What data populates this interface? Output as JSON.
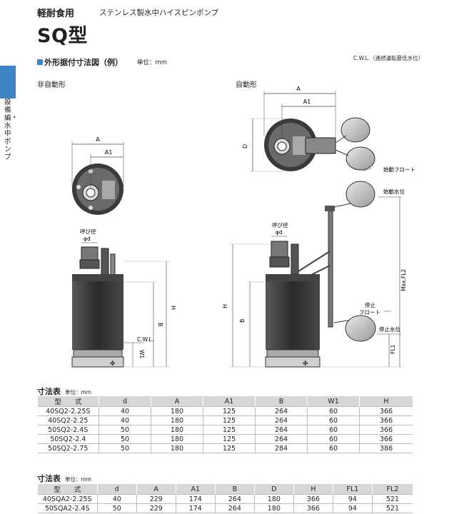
{
  "header": {
    "category": "軽耐食用",
    "subtitle": "ステンレス製水中ハイスピンポンプ",
    "model_title": "SQ型"
  },
  "side_tab": {
    "text": "設備編・水中ポンプ",
    "color": "#3f84c3"
  },
  "section": {
    "title": "外形据付寸法図（例）",
    "unit": "単位：mm",
    "cwl_note": "C.W.L.（連続運転最低水位）"
  },
  "diagram": {
    "manual_label": "非自動形",
    "auto_label": "自動形",
    "dims": {
      "A": "A",
      "A1": "A1",
      "D": "D",
      "H": "H",
      "B": "B",
      "W1": "W1",
      "FL1": "FL1",
      "FL2": "Max.FL2",
      "d_caption": "呼び径",
      "d_symbol": "φd",
      "cwl": "C.W.L."
    },
    "annotations": {
      "start_float": "始動フロート",
      "start_level": "始動水位",
      "stop_float_line1": "停止",
      "stop_float_line2": "フロート",
      "stop_level": "停止水位"
    }
  },
  "table1": {
    "title": "寸法表",
    "unit": "単位：mm",
    "headers": [
      "型　　式",
      "d",
      "A",
      "A1",
      "B",
      "W1",
      "H"
    ],
    "rows": [
      [
        "40SQ2-2.25S",
        "40",
        "180",
        "125",
        "264",
        "60",
        "366"
      ],
      [
        "40SQ2-2.25",
        "40",
        "180",
        "125",
        "264",
        "60",
        "366"
      ],
      [
        "50SQ2-2.4S",
        "50",
        "180",
        "125",
        "264",
        "60",
        "366"
      ],
      [
        "50SQ2-2.4",
        "50",
        "180",
        "125",
        "264",
        "60",
        "366"
      ],
      [
        "50SQ2-2.75",
        "50",
        "180",
        "125",
        "284",
        "60",
        "386"
      ]
    ]
  },
  "table2": {
    "title": "寸法表",
    "unit": "単位：mm",
    "headers": [
      "型　　式",
      "d",
      "A",
      "A1",
      "B",
      "D",
      "H",
      "FL1",
      "FL2"
    ],
    "rows": [
      [
        "40SQA2-2.25S",
        "40",
        "229",
        "174",
        "264",
        "180",
        "366",
        "94",
        "521"
      ],
      [
        "50SQA2-2.4S",
        "50",
        "229",
        "174",
        "264",
        "180",
        "366",
        "94",
        "521"
      ]
    ]
  }
}
